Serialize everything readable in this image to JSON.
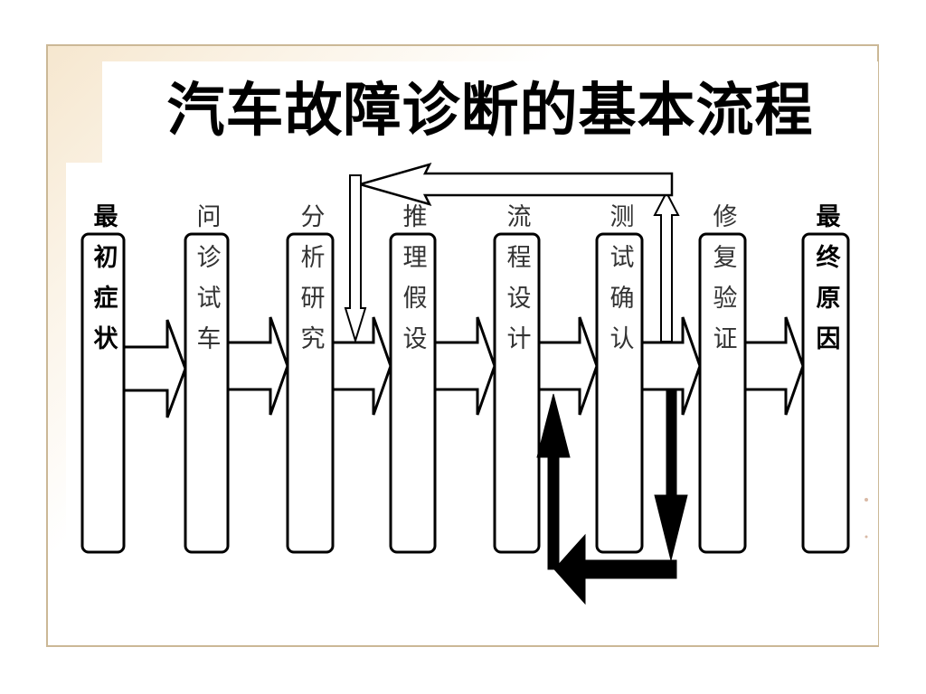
{
  "slide": {
    "title": "汽车故障诊断的基本流程"
  },
  "diagram": {
    "steps": [
      {
        "label": "最初症状",
        "emphasis": true
      },
      {
        "label": "问诊试车",
        "emphasis": false
      },
      {
        "label": "分析研究",
        "emphasis": false
      },
      {
        "label": "推理假设",
        "emphasis": false
      },
      {
        "label": "流程设计",
        "emphasis": false
      },
      {
        "label": "测试确认",
        "emphasis": false
      },
      {
        "label": "修复验证",
        "emphasis": false
      },
      {
        "label": "最终原因",
        "emphasis": true
      }
    ],
    "feedback_loops": [
      {
        "from": "测试确认",
        "to": "分析研究",
        "style": "outline"
      },
      {
        "from": "测试确认",
        "to": "流程设计",
        "style": "solid"
      }
    ]
  }
}
